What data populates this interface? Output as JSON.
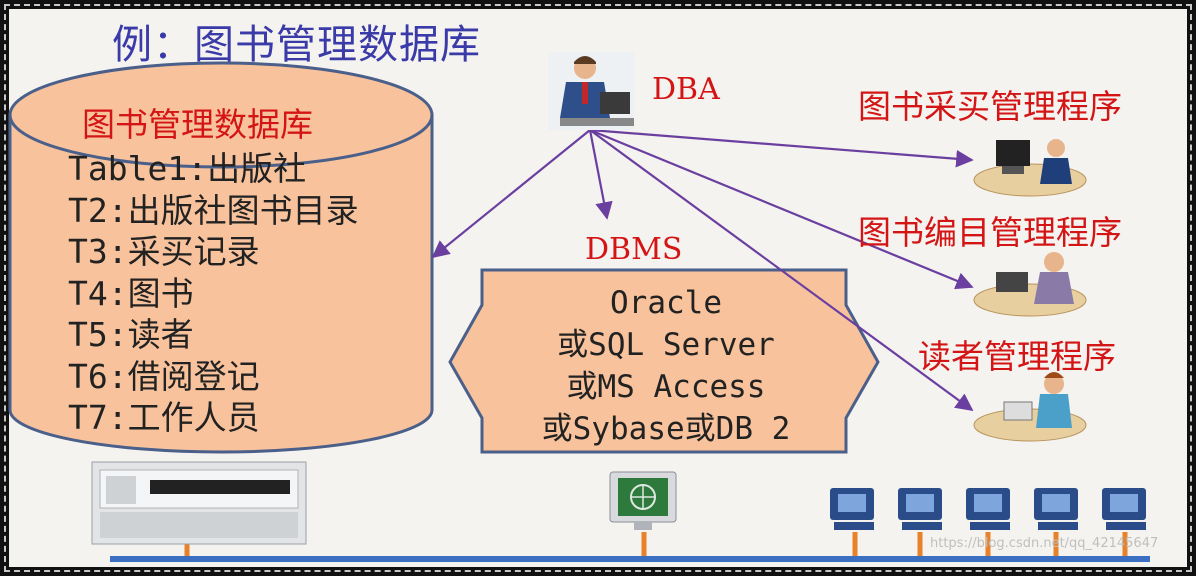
{
  "title": "例：图书管理数据库",
  "database": {
    "label": "图书管理数据库",
    "tables": [
      "Table1:出版社",
      "T2:出版社图书目录",
      "T3:采买记录",
      "T4:图书",
      "T5:读者",
      "T6:借阅登记",
      "T7:工作人员"
    ]
  },
  "dba_label": "DBA",
  "dbms": {
    "label": "DBMS",
    "products": [
      "Oracle",
      "或SQL Server",
      "或MS Access",
      "或Sybase或DB 2"
    ]
  },
  "programs": [
    "图书采买管理程序",
    "图书编目管理程序",
    "读者管理程序"
  ],
  "watermark": "https://blog.csdn.net/qq_42145647",
  "colors": {
    "title": "#3a3aa8",
    "label_red": "#d41515",
    "box_fill": "#f8c39c",
    "box_stroke": "#4a5f8a",
    "arrow": "#6a3fa0",
    "network_line": "#3a6fc2"
  }
}
